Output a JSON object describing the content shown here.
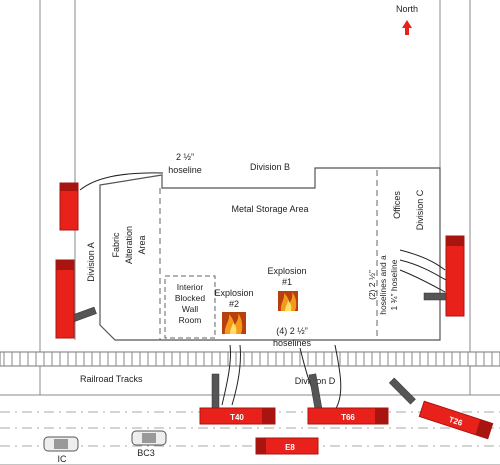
{
  "north": {
    "label": "North"
  },
  "areas": {
    "division_a": "Division A",
    "division_b": "Division B",
    "division_c": "Division C",
    "division_d": "Division D",
    "fabric_area": [
      "Fabric",
      "Alteration",
      "Area"
    ],
    "metal_storage": "Metal Storage Area",
    "interior_room": [
      "Interior",
      "Blocked",
      "Wall",
      "Room"
    ],
    "offices": "Offices",
    "railroad": "Railroad Tracks"
  },
  "explosions": {
    "one": [
      "Explosion",
      "#1"
    ],
    "two": [
      "Explosion",
      "#2"
    ]
  },
  "hoselines": {
    "top": [
      "2 ½”",
      "hoseline"
    ],
    "bottom": [
      "(4) 2 ½”",
      "hoselines"
    ],
    "right": [
      "(2) 2 ½”",
      "hoselines and a",
      "1 ¾” hoseline"
    ]
  },
  "vehicles": {
    "t40": "T40",
    "t66": "T66",
    "t26": "T26",
    "e8": "E8",
    "ic": "IC",
    "bc3": "BC3"
  },
  "colors": {
    "truck": "#e8221b",
    "truck_dark": "#a81410",
    "fire": "#e8651a",
    "north_arrow": "#e8221b"
  }
}
